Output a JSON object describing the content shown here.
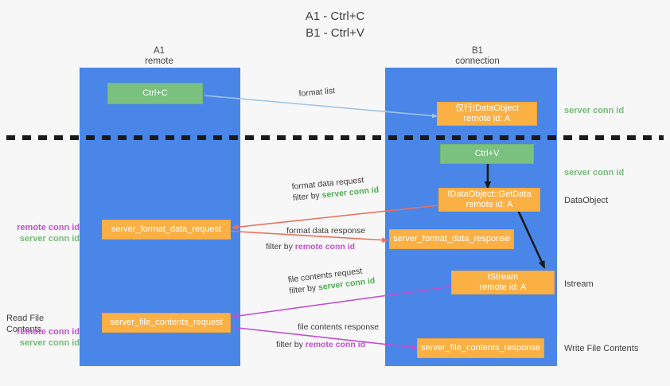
{
  "title": {
    "line1": "A1 - Ctrl+C",
    "line2": "B1 - Ctrl+V"
  },
  "columns": [
    {
      "name": "A1",
      "sub": "remote"
    },
    {
      "name": "B1",
      "sub": "connection"
    }
  ],
  "nodes": {
    "ctrl_c": "Ctrl+C",
    "ctrl_v": "Ctrl+V",
    "idataobject": {
      "line1": "仅行IDataObject",
      "line2": "remote id: A"
    },
    "getdata": {
      "line1": "IDataObject::GetData",
      "line2": "remote id: A"
    },
    "istream": {
      "line1": "IStream",
      "line2": "remote id: A"
    },
    "server_format_data_request": "server_format_data_request",
    "server_format_data_response": "server_format_data_response",
    "server_file_contents_request": "server_file_contents_request",
    "server_file_contents_response": "server_file_contents_response"
  },
  "edges": {
    "format_list": "format list",
    "format_data_request": "format data request",
    "format_data_response": "format data response",
    "file_contents_request": "file contents request",
    "file_contents_response": "file contents response",
    "filter_by": "filter by"
  },
  "conn_ids": {
    "server": "server conn id",
    "remote": "remote conn id"
  },
  "right_labels": {
    "server_conn_id_top": "server conn id",
    "server_conn_id_second": "server conn id",
    "dataobject": "DataObject",
    "istream": "Istream",
    "write_file_contents": "Write File Contents"
  },
  "left_labels": {
    "read_file_contents": "Read File Contents"
  },
  "colors": {
    "lane": "#4a86e8",
    "green_node": "#7ac17f",
    "orange_node": "#fbb044",
    "server_conn_id": "#73bb77",
    "remote_conn_id": "#c24fd0",
    "arrow_blue": "#9fc5e8",
    "arrow_red": "#e8705f",
    "arrow_magenta": "#c24fd0",
    "arrow_black": "#1a1a1a",
    "background": "#f7f7f7"
  }
}
